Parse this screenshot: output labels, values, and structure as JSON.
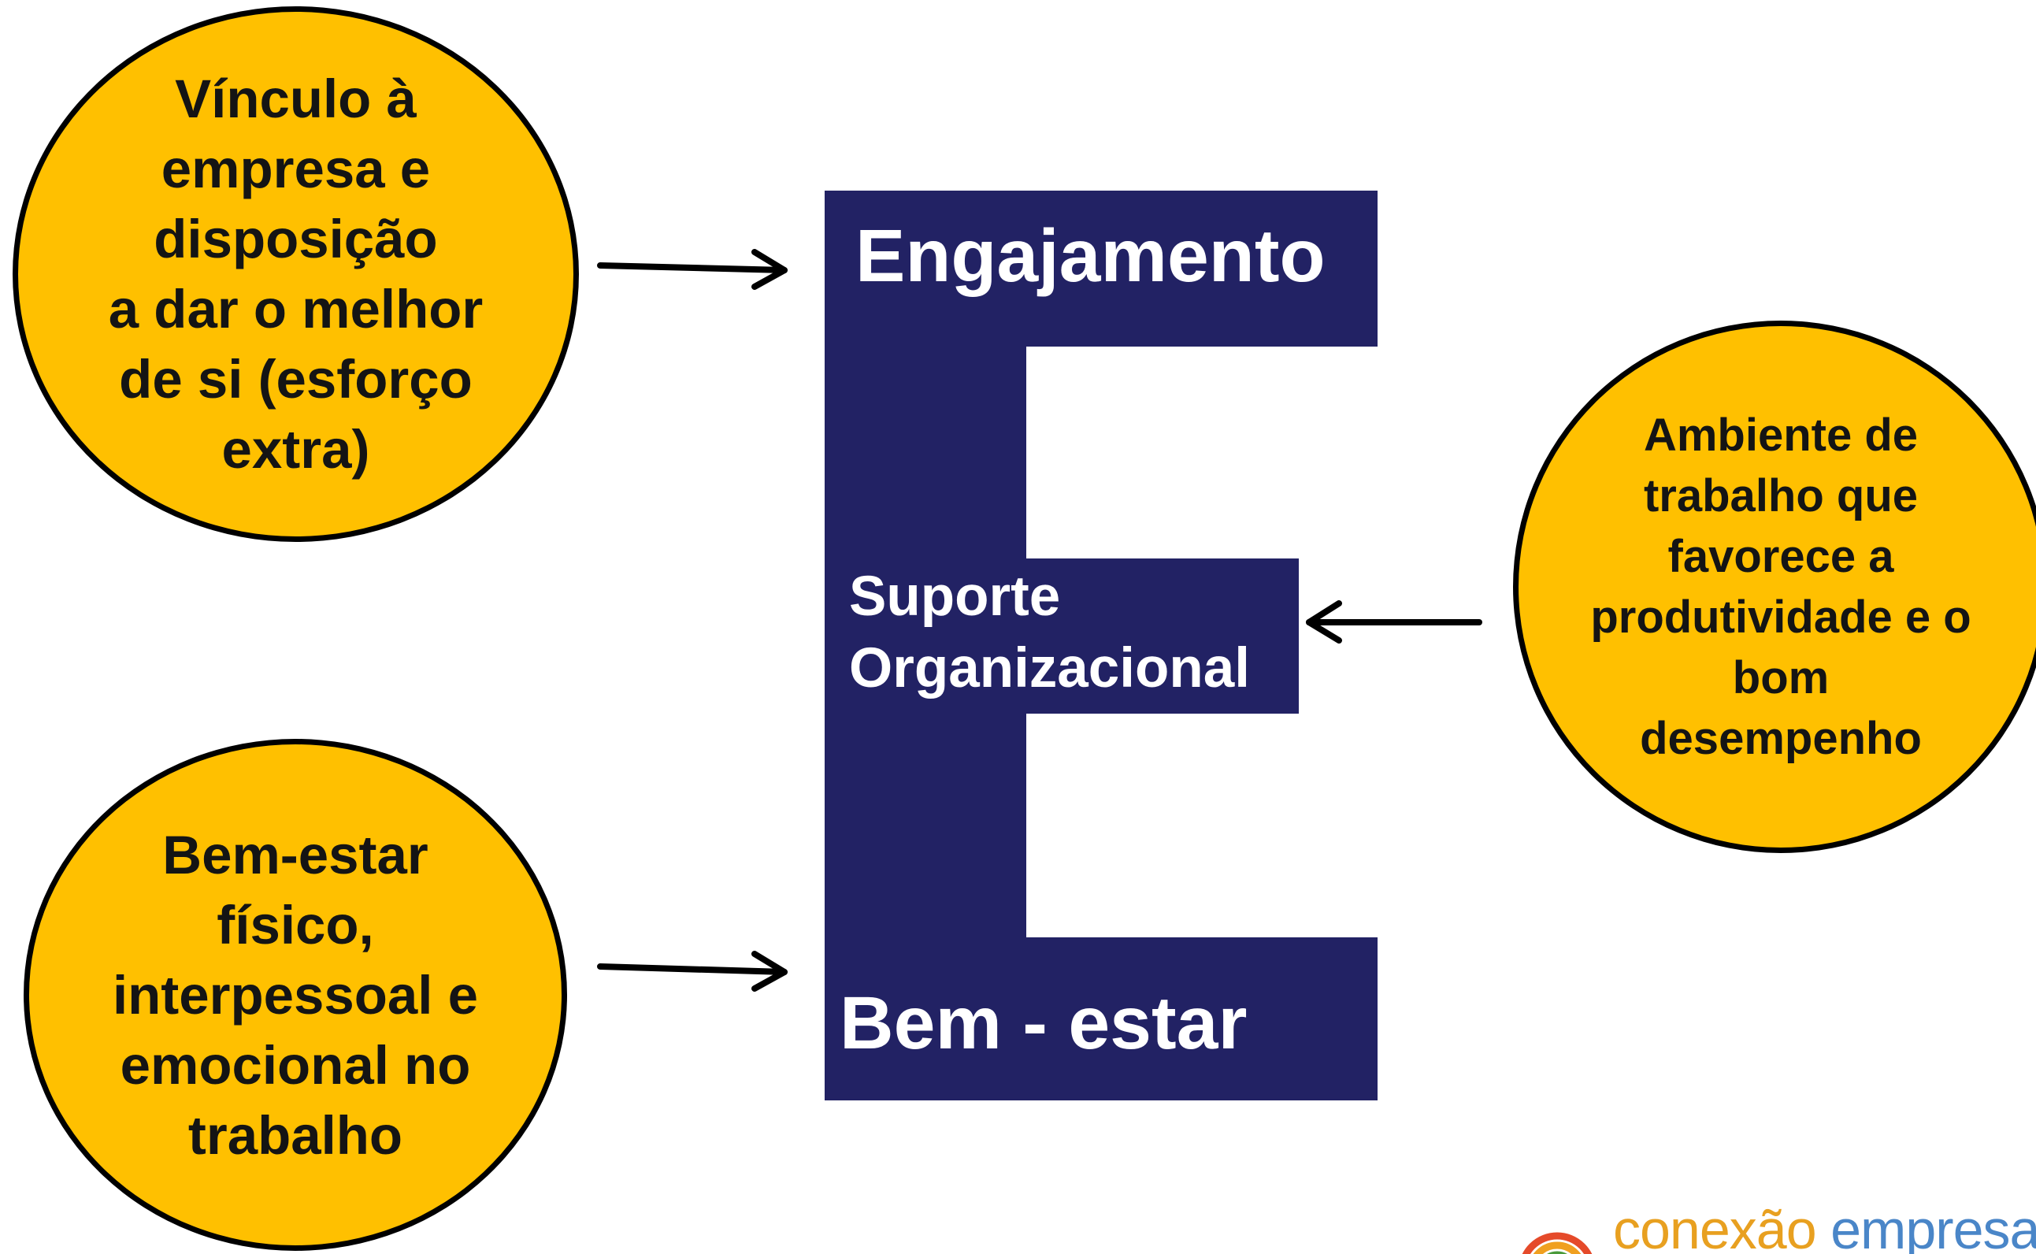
{
  "colors": {
    "e_fill": "#222264",
    "circle_fill": "#ffc000",
    "circle_border": "#000000",
    "text_dark": "#141414",
    "text_light": "#ffffff",
    "logo_orange": "#e8a020",
    "logo_blue": "#4a86c8"
  },
  "e_block": {
    "top_label": "Engajamento",
    "middle_label": "Suporte\nOrganizacional",
    "bottom_label": "Bem - estar"
  },
  "circles": {
    "top_left": "Vínculo à\nempresa e\ndisposição\na dar o melhor\nde si (esforço\nextra)",
    "bottom_left": "Bem-estar\nfísico,\ninterpessoal e\nemocional no\ntrabalho",
    "right": "Ambiente de\ntrabalho que\nfavorece a\nprodutividade e o\nbom\ndesempenho"
  },
  "logo": {
    "word_1": "conexão",
    "word_2": "empresarial",
    "icon": "rainbow-arc-icon"
  }
}
